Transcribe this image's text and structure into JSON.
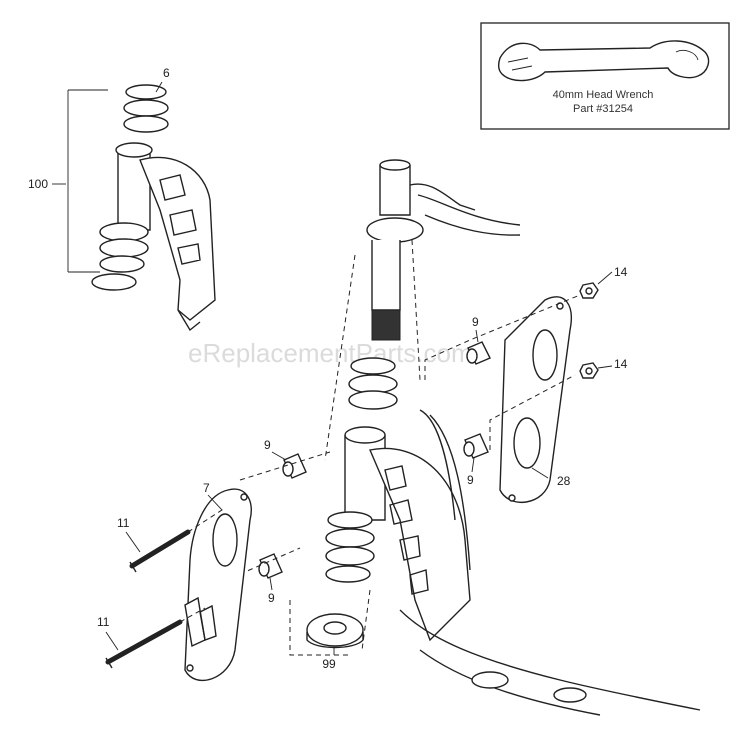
{
  "watermark": "eReplacementParts.com",
  "inset": {
    "line1": "40mm Head Wrench",
    "line2": "Part #31254"
  },
  "callouts": {
    "p6": "6",
    "p100": "100",
    "p14a": "14",
    "p14b": "14",
    "p9a": "9",
    "p9b": "9",
    "p9c": "9",
    "p9d": "9",
    "p7": "7",
    "p28": "28",
    "p11a": "11",
    "p11b": "11",
    "p99": "99"
  }
}
